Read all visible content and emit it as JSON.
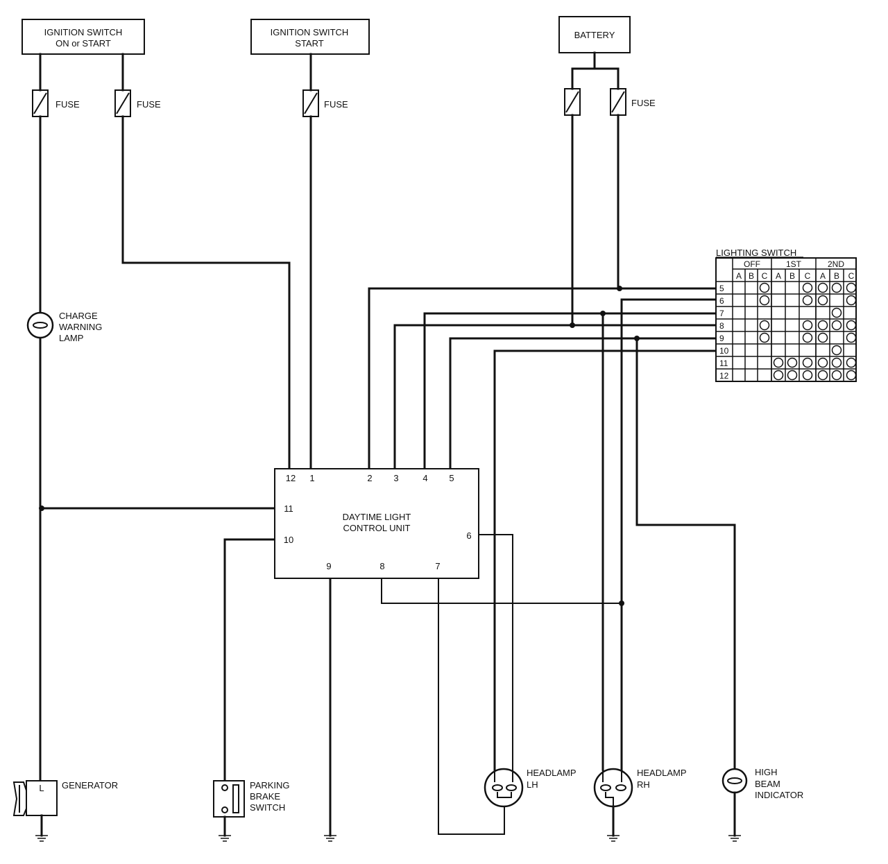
{
  "blocks": {
    "ign_on_start": [
      "IGNITION SWITCH",
      "ON or START"
    ],
    "ign_start": [
      "IGNITION SWITCH",
      "START"
    ],
    "battery": "BATTERY"
  },
  "fuse_label": "FUSE",
  "unit": {
    "name": [
      "DAYTIME LIGHT",
      "CONTROL UNIT"
    ],
    "pins": [
      "12",
      "1",
      "2",
      "3",
      "4",
      "5",
      "11",
      "10",
      "6",
      "9",
      "8",
      "7"
    ]
  },
  "components": {
    "charge_lamp": [
      "CHARGE",
      "WARNING",
      "LAMP"
    ],
    "generator": "GENERATOR",
    "generator_terminal": "L",
    "parking_brake": [
      "PARKING",
      "BRAKE",
      "SWITCH"
    ],
    "headlamp_lh": [
      "HEADLAMP",
      "LH"
    ],
    "headlamp_rh": [
      "HEADLAMP",
      "RH"
    ],
    "high_beam": [
      "HIGH",
      "BEAM",
      "INDICATOR"
    ]
  },
  "lighting_switch": {
    "title": "LIGHTING SWITCH",
    "positions": [
      "OFF",
      "1ST",
      "2ND"
    ],
    "sub": [
      "A",
      "B",
      "C",
      "A",
      "B",
      "C",
      "A",
      "B",
      "C"
    ],
    "rows": [
      {
        "terminal": "5",
        "cells": [
          0,
          0,
          1,
          0,
          0,
          1,
          1,
          1,
          1
        ]
      },
      {
        "terminal": "6",
        "cells": [
          0,
          0,
          1,
          0,
          0,
          1,
          1,
          0,
          1
        ]
      },
      {
        "terminal": "7",
        "cells": [
          0,
          0,
          0,
          0,
          0,
          0,
          0,
          1,
          0
        ]
      },
      {
        "terminal": "8",
        "cells": [
          0,
          0,
          1,
          0,
          0,
          1,
          1,
          1,
          1
        ]
      },
      {
        "terminal": "9",
        "cells": [
          0,
          0,
          1,
          0,
          0,
          1,
          1,
          0,
          1
        ]
      },
      {
        "terminal": "10",
        "cells": [
          0,
          0,
          0,
          0,
          0,
          0,
          0,
          1,
          0
        ]
      },
      {
        "terminal": "11",
        "cells": [
          0,
          0,
          0,
          1,
          1,
          1,
          1,
          1,
          1
        ]
      },
      {
        "terminal": "12",
        "cells": [
          0,
          0,
          0,
          1,
          1,
          1,
          1,
          1,
          1
        ]
      }
    ]
  }
}
